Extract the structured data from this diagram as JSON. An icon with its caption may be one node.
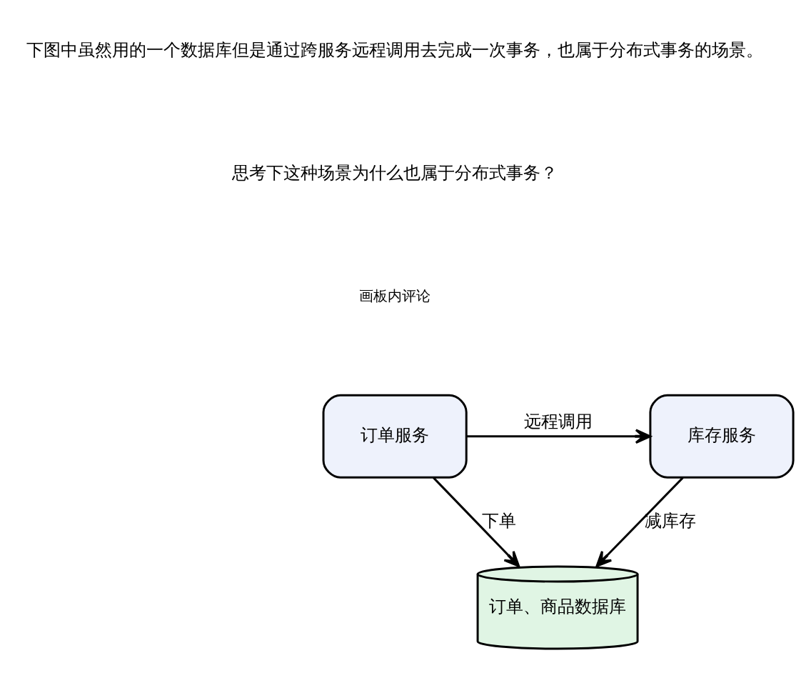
{
  "diagram": {
    "nodes": [
      {
        "text": [
          "订单服务"
        ]
      },
      {
        "text": [
          "库存服务"
        ]
      },
      {
        "text": [
          "订单、商品数据库"
        ]
      }
    ],
    "edges": [
      {
        "from": 0,
        "to": 1,
        "arrow": "to",
        "label": "远程调用"
      },
      {
        "from": 0,
        "to": 2,
        "arrow": "to",
        "label": "下单"
      },
      {
        "from": 1,
        "to": 2,
        "arrow": "to",
        "label": "减库存"
      }
    ],
    "labels": [
      "下图中虽然用的一个数据库但是通过跨服务远程调用去完成一次事务，也属于分布式事务的场景。",
      "思考下这种场景为什么也属于分布式事务？",
      "画板内评论"
    ]
  }
}
